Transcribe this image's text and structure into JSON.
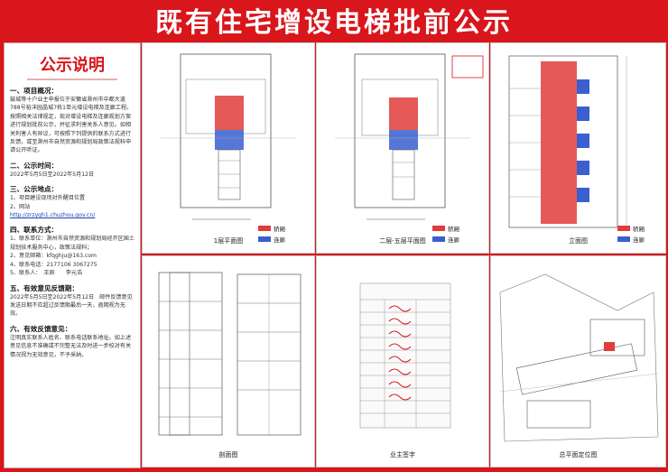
{
  "banner": {
    "title": "既有住宅增设电梯批前公示"
  },
  "notice": {
    "heading": "公示说明",
    "s1_title": "一、项目概况：",
    "s1_body": "鼓城等十户业主申报位于安徽省滁州市中都大道788号裕沣园晶城7栋1单元增设电梯及连廊工程。按照相关法律规定，现对增设电梯及连廊规划方案进行规划批前公示，并征求利害关系人意见。如相关利害人有异议，可按照下列提供的联系方式进行反馈，或至滁州市自然资源和规划局政策法规科申请公开听证。",
    "s2_title": "二、公示时间：",
    "s2_body": "2022年5月5日至2022年5月12日",
    "s3_title": "三、公示地点：",
    "s3_item1": "1、项目建设现场对外醒目位置",
    "s3_item2": "2、网站",
    "s3_link": "http://zrzygh1.chuzhou.gov.cn/",
    "s4_title": "四、联系方式：",
    "s4_unit": "1、联系单位：滁州市自然资源和规划局经开区国土规划技术服务中心，政策法规科；",
    "s4_email": "2、意见邮箱：kfqghju@163.com",
    "s4_phone": "4、联系电话：2177106  3067275",
    "s4_person": "5、联系人：　王辰　　李元浩",
    "s5_title": "五、有效意见反馈期：",
    "s5_body": "2022年5月5日至2022年5月12日　邮件反馈意见发送日期不应超过反馈期最后一天，逾期视为无效。",
    "s6_title": "六、有效反馈意见：",
    "s6_body": "注明真实联系人姓名、联系电话联系地址。如上述意见信息不准确或不完整无法及时进一步校对有关情况视为无效意见，不予采纳。"
  },
  "panels": {
    "p1": {
      "caption": "1层平面图",
      "legend1": "轿厢",
      "legend2": "连廊"
    },
    "p2": {
      "caption": "二层-五层平面图",
      "legend1": "轿厢",
      "legend2": "连廊"
    },
    "p3": {
      "caption": "立面图",
      "legend1": "轿厢",
      "legend2": "连廊"
    },
    "p4": {
      "caption": "剖面图"
    },
    "p5": {
      "caption": "业主签字"
    },
    "p6": {
      "caption": "总平面定位图"
    }
  },
  "colors": {
    "banner": "#d8161c",
    "car": "#e03c3c",
    "corridor": "#3a5fd0"
  }
}
